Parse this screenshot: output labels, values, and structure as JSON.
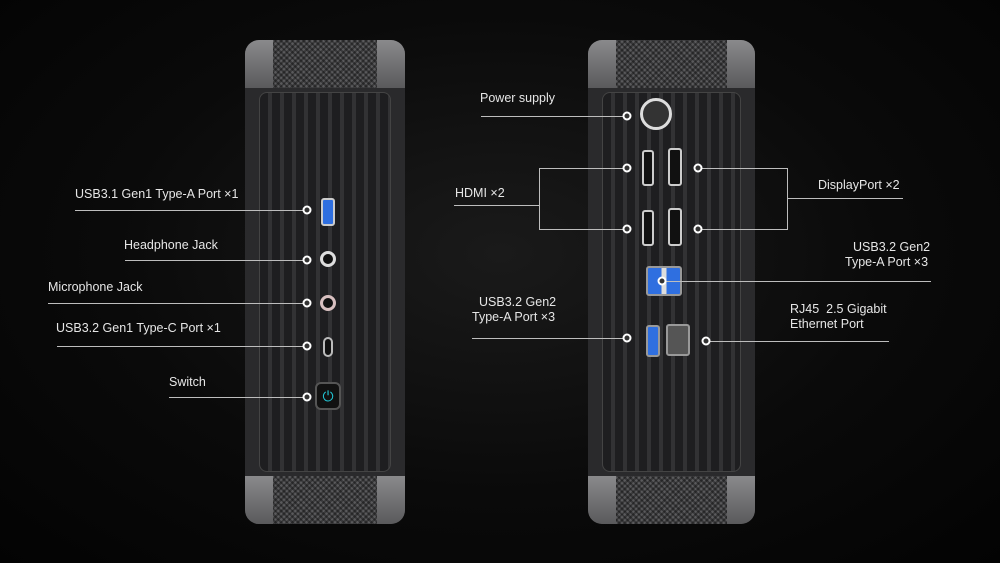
{
  "left_labels": {
    "usb_a": "USB3.1 Gen1 Type-A Port ×1",
    "headphone": "Headphone Jack",
    "microphone": "Microphone Jack",
    "usb_c": "USB3.2 Gen1 Type-C Port ×1",
    "switch": "Switch"
  },
  "right_labels": {
    "power": "Power supply",
    "hdmi": "HDMI ×2",
    "displayport": "DisplayPort ×2",
    "usb_gen2_right_l1": "USB3.2 Gen2",
    "usb_gen2_right_l2": "Type-A Port ×3",
    "usb_gen2_left_l1": "USB3.2 Gen2",
    "usb_gen2_left_l2": "Type-A Port ×3",
    "rj45_l1": "RJ45  2.5 Gigabit",
    "rj45_l2": "Ethernet Port"
  },
  "colors": {
    "usb_blue": "#2f6fe0",
    "power_button": "#22c8d8"
  }
}
